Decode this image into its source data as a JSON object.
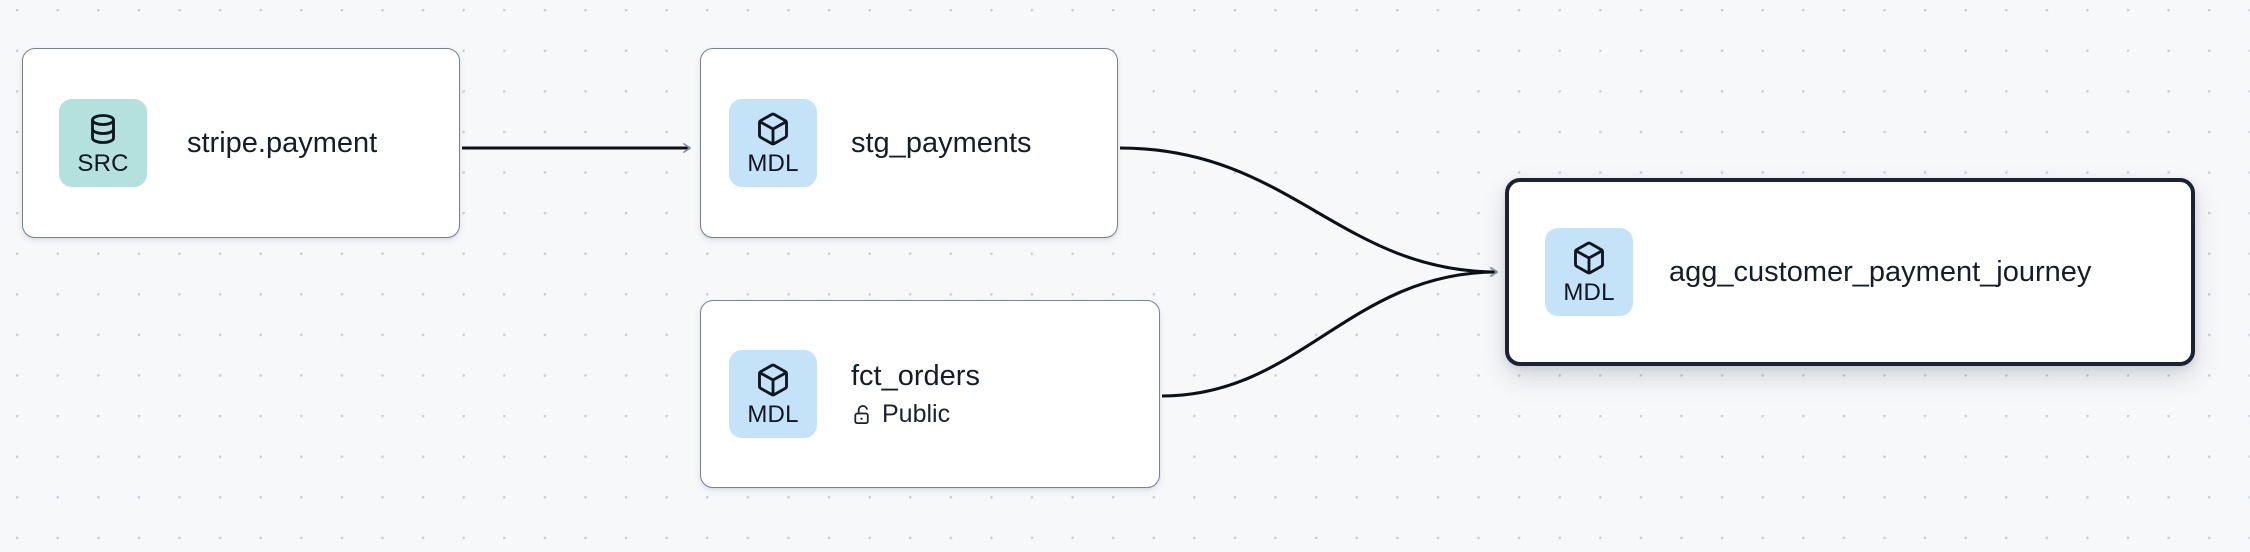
{
  "canvas": {
    "background_color": "#f7f8fa",
    "grid": "dot-grid",
    "grid_dot_color": "#c9ccd6"
  },
  "palette": {
    "source_badge_bg": "#b4e0dd",
    "model_badge_bg": "#c5e3f8",
    "node_border": "#7a8197",
    "selected_border": "#1b2233",
    "text": "#171c2a",
    "edge": "#0d1117"
  },
  "graph": {
    "type": "lineage-dag",
    "nodes": [
      {
        "id": "stripe-payment",
        "title": "stripe.payment",
        "badge_label": "SRC",
        "badge_kind": "source",
        "badge_icon": "database-icon",
        "selected": false,
        "subtitle": null
      },
      {
        "id": "stg-payments",
        "title": "stg_payments",
        "badge_label": "MDL",
        "badge_kind": "model",
        "badge_icon": "cube-icon",
        "selected": false,
        "subtitle": null
      },
      {
        "id": "fct-orders",
        "title": "fct_orders",
        "badge_label": "MDL",
        "badge_kind": "model",
        "badge_icon": "cube-icon",
        "selected": false,
        "subtitle": "Public",
        "subtitle_icon": "unlock-icon"
      },
      {
        "id": "agg-journey",
        "title": "agg_customer_payment_journey",
        "badge_label": "MDL",
        "badge_kind": "model",
        "badge_icon": "cube-icon",
        "selected": true,
        "subtitle": null
      }
    ],
    "edges": [
      {
        "id": "edge-stripe-to-stg",
        "from": "stripe-payment",
        "to": "stg-payments",
        "style": "straight",
        "arrow": true
      },
      {
        "id": "edge-stg-to-agg",
        "from": "stg-payments",
        "to": "agg-journey",
        "style": "bezier",
        "arrow": true
      },
      {
        "id": "edge-fct-to-agg",
        "from": "fct-orders",
        "to": "agg-journey",
        "style": "bezier",
        "arrow": true
      }
    ]
  }
}
